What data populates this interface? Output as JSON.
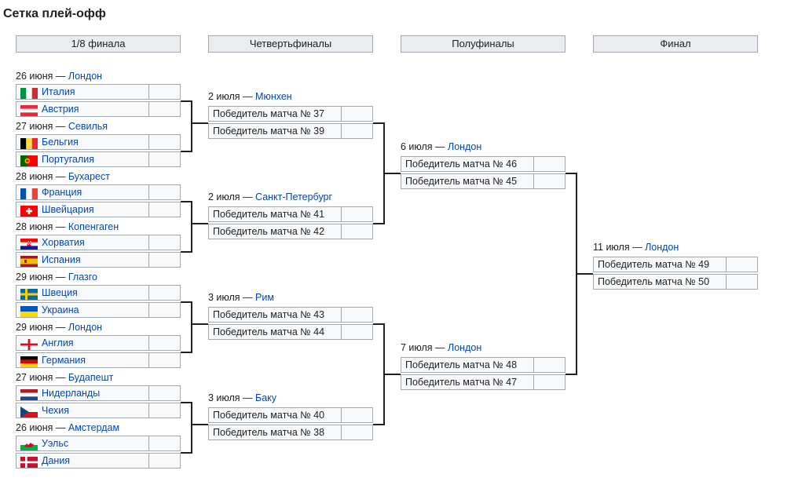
{
  "title": "Сетка плей-офф",
  "rounds": [
    "1/8 финала",
    "Четвертьфиналы",
    "Полуфиналы",
    "Финал"
  ],
  "r16": [
    {
      "date": "26 июня",
      "city": "Лондон",
      "teams": [
        {
          "name": "Италия",
          "flag": "italy"
        },
        {
          "name": "Австрия",
          "flag": "austria"
        }
      ]
    },
    {
      "date": "27 июня",
      "city": "Севилья",
      "teams": [
        {
          "name": "Бельгия",
          "flag": "belgium"
        },
        {
          "name": "Португалия",
          "flag": "portugal"
        }
      ]
    },
    {
      "date": "28 июня",
      "city": "Бухарест",
      "teams": [
        {
          "name": "Франция",
          "flag": "france"
        },
        {
          "name": "Швейцария",
          "flag": "switzerland"
        }
      ]
    },
    {
      "date": "28 июня",
      "city": "Копенгаген",
      "teams": [
        {
          "name": "Хорватия",
          "flag": "croatia"
        },
        {
          "name": "Испания",
          "flag": "spain"
        }
      ]
    },
    {
      "date": "29 июня",
      "city": "Глазго",
      "teams": [
        {
          "name": "Швеция",
          "flag": "sweden"
        },
        {
          "name": "Украина",
          "flag": "ukraine"
        }
      ]
    },
    {
      "date": "29 июня",
      "city": "Лондон",
      "teams": [
        {
          "name": "Англия",
          "flag": "england"
        },
        {
          "name": "Германия",
          "flag": "germany"
        }
      ]
    },
    {
      "date": "27 июня",
      "city": "Будапешт",
      "teams": [
        {
          "name": "Нидерланды",
          "flag": "netherlands"
        },
        {
          "name": "Чехия",
          "flag": "czechia"
        }
      ]
    },
    {
      "date": "26 июня",
      "city": "Амстердам",
      "teams": [
        {
          "name": "Уэльс",
          "flag": "wales"
        },
        {
          "name": "Дания",
          "flag": "denmark"
        }
      ]
    }
  ],
  "qf": [
    {
      "date": "2 июля",
      "city": "Мюнхен",
      "teams": [
        "Победитель матча № 37",
        "Победитель матча № 39"
      ]
    },
    {
      "date": "2 июля",
      "city": "Санкт-Петербург",
      "teams": [
        "Победитель матча № 41",
        "Победитель матча № 42"
      ]
    },
    {
      "date": "3 июля",
      "city": "Рим",
      "teams": [
        "Победитель матча № 43",
        "Победитель матча № 44"
      ]
    },
    {
      "date": "3 июля",
      "city": "Баку",
      "teams": [
        "Победитель матча № 40",
        "Победитель матча № 38"
      ]
    }
  ],
  "sf": [
    {
      "date": "6 июля",
      "city": "Лондон",
      "teams": [
        "Победитель матча № 46",
        "Победитель матча № 45"
      ]
    },
    {
      "date": "7 июля",
      "city": "Лондон",
      "teams": [
        "Победитель матча № 48",
        "Победитель матча № 47"
      ]
    }
  ],
  "final": [
    {
      "date": "11 июля",
      "city": "Лондон",
      "teams": [
        "Победитель матча № 49",
        "Победитель матча № 50"
      ]
    }
  ],
  "separator": "—",
  "colors": {
    "link": "#0645ad",
    "cell_bg": "#f8f9fa",
    "border": "#a2a9b1",
    "header_bg": "#eaecf0",
    "line": "#202122"
  }
}
